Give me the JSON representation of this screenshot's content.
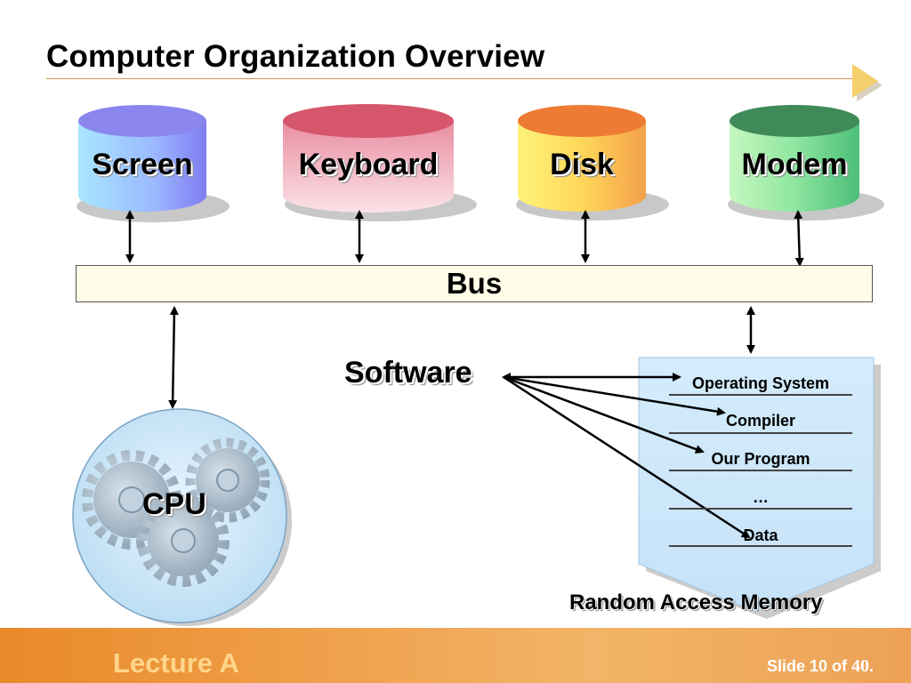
{
  "slide": {
    "title": "Computer Organization Overview"
  },
  "devices": [
    {
      "label": "Screen",
      "color_top": "#8a8cf0",
      "color_body": "#9fd6ff"
    },
    {
      "label": "Keyboard",
      "color_top": "#d9566a",
      "color_body": "#f4aab8"
    },
    {
      "label": "Disk",
      "color_top": "#ee7a2e",
      "color_body": "#ffe066"
    },
    {
      "label": "Modem",
      "color_top": "#3f8f5a",
      "color_body": "#9eeba4"
    }
  ],
  "bus": {
    "label": "Bus"
  },
  "software": {
    "label": "Software"
  },
  "cpu": {
    "label": "CPU"
  },
  "ram": {
    "label": "Random Access Memory",
    "items": [
      "Operating System",
      "Compiler",
      "Our Program",
      "…",
      "Data"
    ]
  },
  "footer": {
    "lecture": "Lecture A",
    "slide_prefix": "Slide 10 of ",
    "slide_total": "40",
    "slide_suffix": "."
  },
  "colors": {
    "accent": "#d49a4e",
    "bus_fill": "#fffde8",
    "ram_fill": "#cfe7fb",
    "footer": "#ee9a44"
  },
  "icons": [
    "next-slide-arrow-icon",
    "gears-icon"
  ]
}
